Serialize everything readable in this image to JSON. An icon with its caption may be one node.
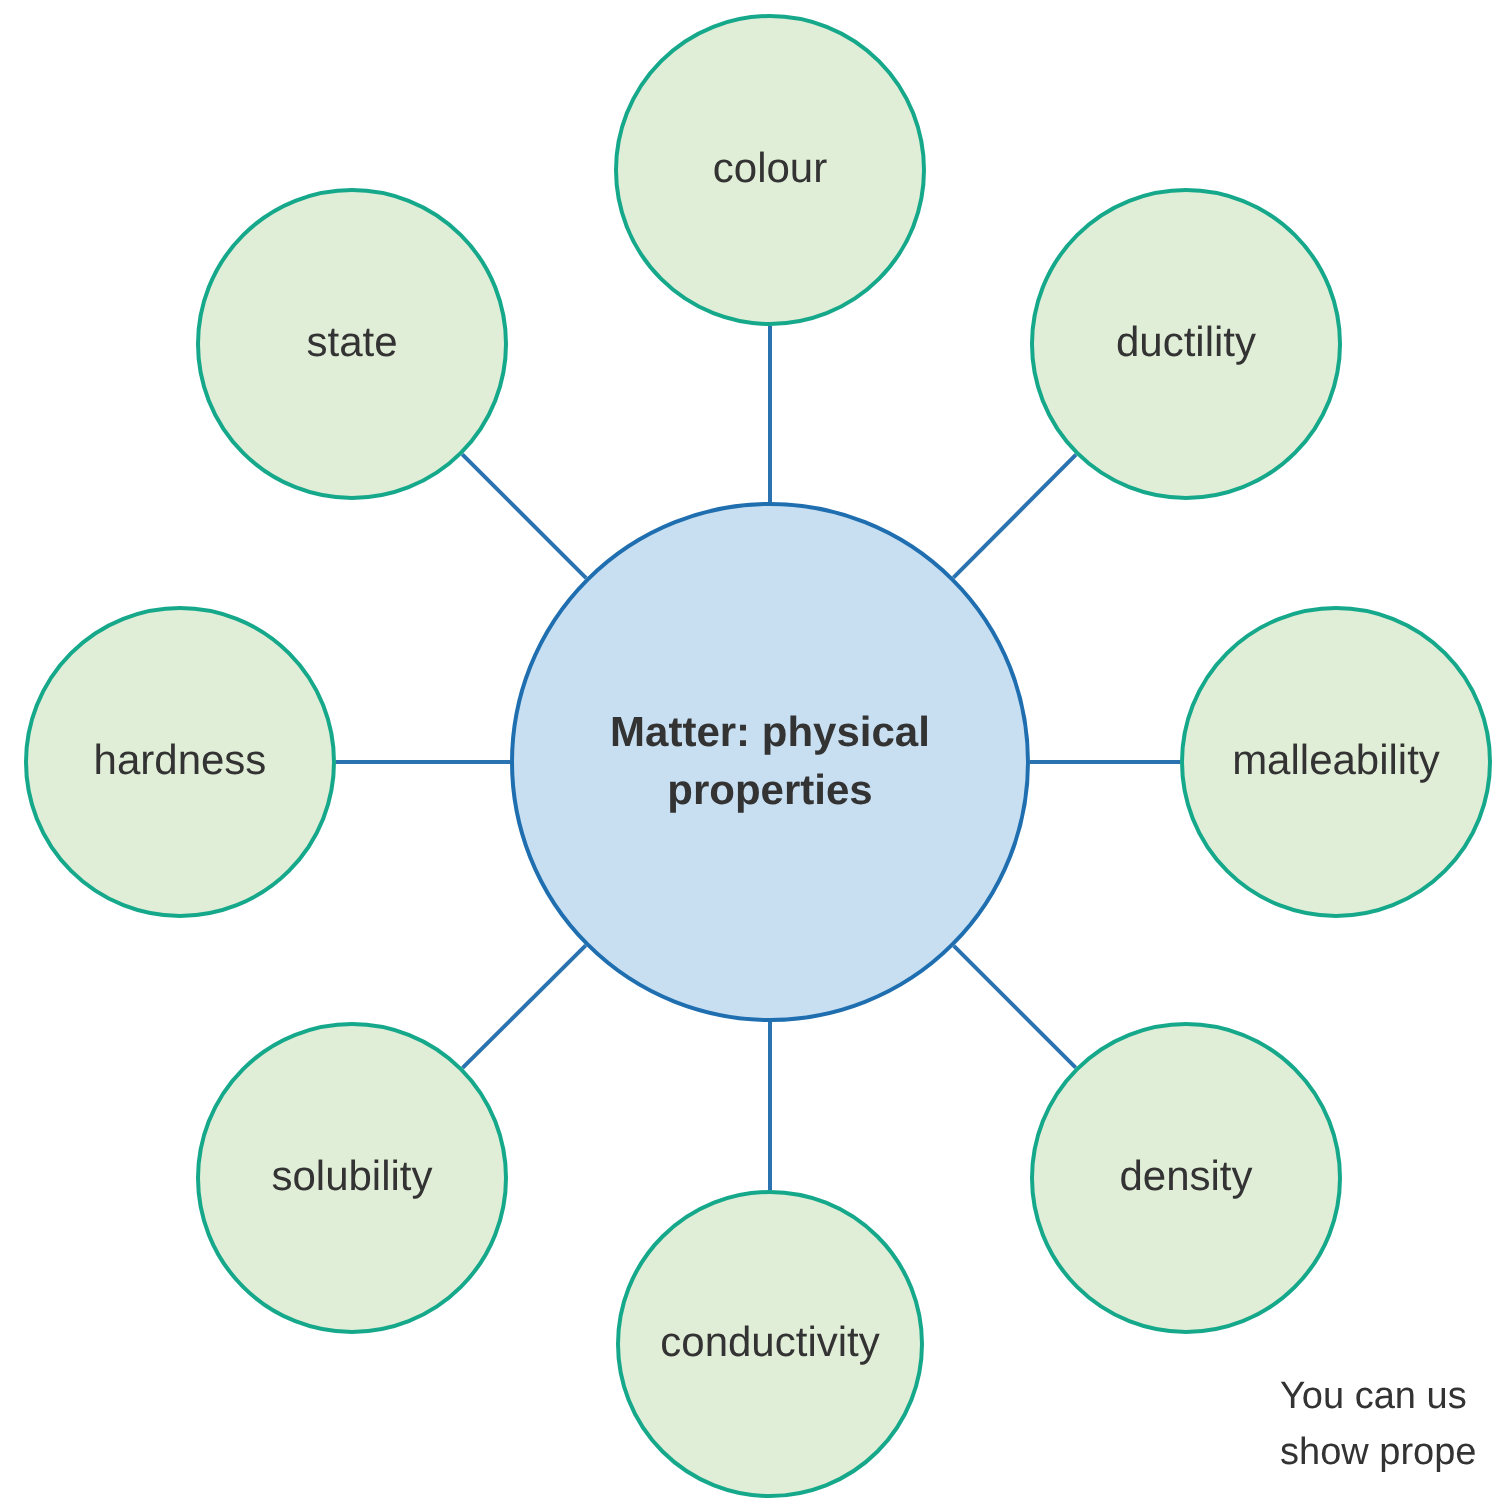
{
  "diagram": {
    "nodes": [
      {
        "text": [
          "Matter: physical properties"
        ]
      },
      {
        "text": [
          "colour"
        ]
      },
      {
        "text": [
          "state"
        ]
      },
      {
        "text": [
          "ductility"
        ]
      },
      {
        "text": [
          "hardness"
        ]
      },
      {
        "text": [
          "malleability"
        ]
      },
      {
        "text": [
          "solubility"
        ]
      },
      {
        "text": [
          "density"
        ]
      },
      {
        "text": [
          "conductivity"
        ]
      }
    ],
    "edges": [
      {
        "from": 0,
        "to": 1,
        "arrow": "none"
      },
      {
        "from": 0,
        "to": 2,
        "arrow": "none"
      },
      {
        "from": 0,
        "to": 3,
        "arrow": "none"
      },
      {
        "from": 0,
        "to": 4,
        "arrow": "none"
      },
      {
        "from": 0,
        "to": 5,
        "arrow": "none"
      },
      {
        "from": 0,
        "to": 6,
        "arrow": "none"
      },
      {
        "from": 0,
        "to": 7,
        "arrow": "none"
      },
      {
        "from": 0,
        "to": 8,
        "arrow": "none"
      }
    ],
    "labels": [
      "You can us",
      "show prope"
    ]
  }
}
